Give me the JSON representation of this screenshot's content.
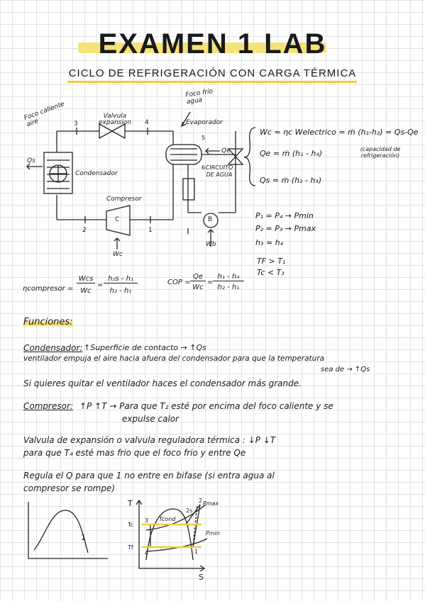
{
  "header": {
    "title": "EXAMEN 1 LAB",
    "subtitle": "CICLO DE REFRIGERACIÓN CON CARGA TÉRMICA"
  },
  "diagram": {
    "foco_caliente": "Foco caliente aire",
    "foco_frio": "Foco frío agua",
    "valvula": "Valvula expansion",
    "evaporador": "Evaporador",
    "condensador": "Condensador",
    "compresor": "Compresor",
    "circuito": "CIRCUITO DE AGUA",
    "qs": "Qs",
    "qe": "Qe",
    "wc": "Wc",
    "wb": "Wb",
    "pump": "B",
    "comp_letter": "C",
    "state_1": "1",
    "state_2": "2",
    "state_3": "3",
    "state_4": "4",
    "state_5": "5",
    "state_6": "6"
  },
  "equations": {
    "wc": "Wc = ηc Welectrico = ṁ (h₁-h₂) = Qs-Qe",
    "qe": "Qe = ṁ (h₁ - h₄)",
    "qe_note": "(capacidad de refrigeración)",
    "qs": "Qs = ṁ (h₂ - h₃)",
    "p1": "P₁ = P₄ → Pmin",
    "p2": "P₂ = P₃ → Pmax",
    "h3": "h₃ = h₄",
    "tf": "TF > T₁",
    "tc": "Tc < T₃",
    "eta_lhs": "ηcompresor =",
    "eta_num": "Wcs",
    "eta_den": "Wc",
    "eta_eq": "=",
    "eta_num2": "h₂s - h₁",
    "eta_den2": "h₂ - h₁",
    "cop_lhs": "COP =",
    "cop_num": "Qe",
    "cop_den": "Wc",
    "cop_eq": "=",
    "cop_num2": "h₁ - h₄",
    "cop_den2": "h₂ - h₁"
  },
  "notes": {
    "funciones": "Funciones:",
    "cond_head": "Condensador:",
    "cond_text": "↑Superficie de contacto → ↑Qs",
    "cond_l2": "ventilador empuja el aire hacia afuera del condensador para que la temperatura",
    "cond_l3": "sea de → ↑Qs",
    "cond_l4": "Si quieres quitar el ventilador haces el condensador más grande.",
    "comp_head": "Compresor:",
    "comp_text": "↑P ↑T → Para que T₂ esté por encima del foco caliente y se",
    "comp_l2": "expulse calor",
    "valv_l1": "Valvula de expansión o valvula reguladora térmica : ↓P ↓T",
    "valv_l2": "para que T₄ esté mas frio que el foco frio y entre Qe",
    "reg_l1": "Regula el Q para que 1 no entre en bifase (si entra agua al",
    "reg_l2": "compresor se rompe)"
  },
  "graphs": {
    "g1_point": "1",
    "t_axis": "T",
    "s_axis": "S",
    "tc": "Tc",
    "tf": "Tf",
    "tcond": "Tcond",
    "pmax": "Pmax",
    "pmin": "Pmin",
    "p1": "1",
    "p2": "2",
    "p2s": "2s",
    "p3": "3",
    "p4": "4"
  }
}
